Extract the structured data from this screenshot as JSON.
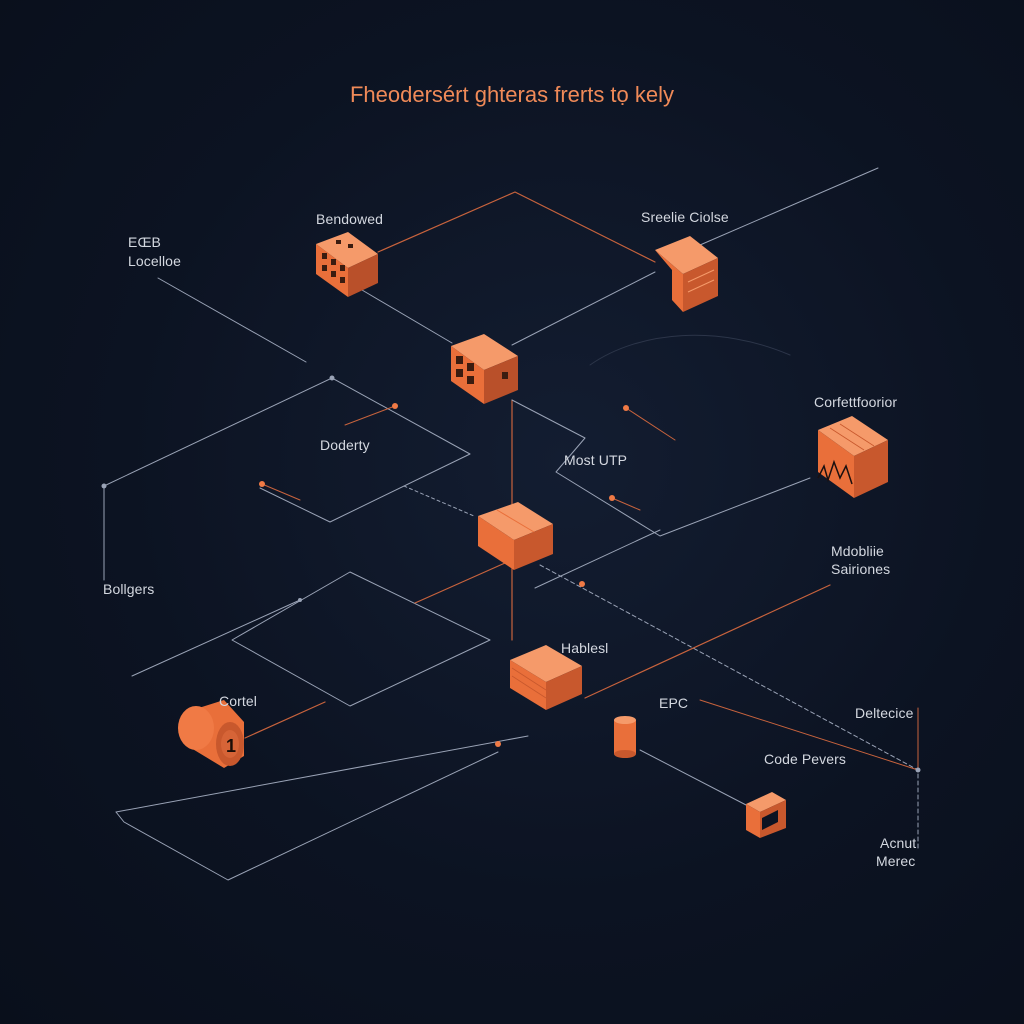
{
  "diagram": {
    "title": "Fheodersért ghteras frerts tọ kely",
    "labels": {
      "edb": "EŒB",
      "locelloe": "Locelloe",
      "bendowed": "Bendowed",
      "sreelie_ciolse": "Sreelie Ciolse",
      "corfettfoorior": "Corfettfoorior",
      "doderty": "Doderty",
      "most_utp": "Most UTP",
      "bollgers": "Bollgers",
      "mdobliie": "Mdobliie",
      "sairiones": "Sairiones",
      "hablesl": "Hablesl",
      "cortel": "Cortel",
      "epc": "EPC",
      "deltecice": "Deltecice",
      "code_pevers": "Code Pevers",
      "acnut": "Acnut",
      "merec": "Merec"
    },
    "drum_mark": "1",
    "colors": {
      "background": "#0c1322",
      "accent": "#f07a45",
      "accent_dark": "#b9502a",
      "line": "#9aa3b6",
      "label": "#d4d8e0"
    }
  }
}
